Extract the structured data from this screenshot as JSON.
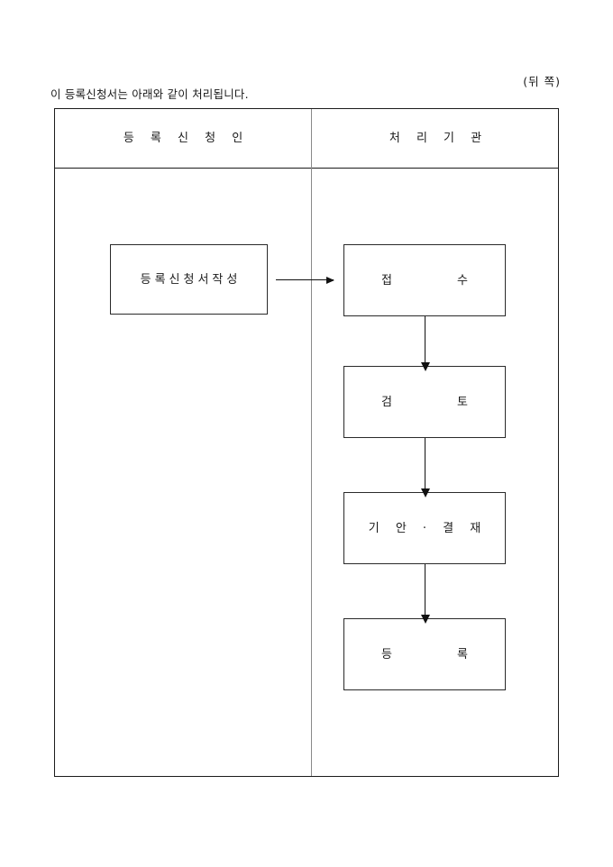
{
  "page": {
    "side_label": "(뒤 쪽)",
    "intro": "이 등록신청서는 아래와 같이 처리됩니다."
  },
  "table": {
    "columns": [
      {
        "key": "applicant",
        "header": "등 록 신 청 인"
      },
      {
        "key": "agency",
        "header": "처 리 기 관"
      }
    ]
  },
  "flow": {
    "applicant_steps": [
      {
        "id": "apply",
        "label": "등록신청서작성"
      }
    ],
    "agency_steps": [
      {
        "id": "receive",
        "label": "접 수"
      },
      {
        "id": "review",
        "label": "검 토"
      },
      {
        "id": "draft",
        "label": "기 안 · 결 재"
      },
      {
        "id": "register",
        "label": "등 록"
      }
    ],
    "connectors": [
      {
        "id": "apply-to-receive",
        "direction": "right"
      },
      {
        "id": "receive-to-review",
        "direction": "down"
      },
      {
        "id": "review-to-draft",
        "direction": "down"
      },
      {
        "id": "draft-to-register",
        "direction": "down"
      }
    ]
  },
  "colors": {
    "page_background": "#ffffff",
    "text": "#1a1a1a",
    "table_border": "#1c1c1c",
    "column_divider": "#8a8a8a",
    "box_border": "#2a2a2a",
    "arrow": "#111111"
  }
}
